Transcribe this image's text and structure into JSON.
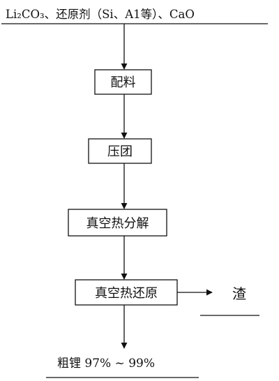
{
  "diagram": {
    "input_text": "Li₂CO₃、还原剂（Si、A1等）、CaO",
    "steps": [
      {
        "label": "配料"
      },
      {
        "label": "压团"
      },
      {
        "label": "真空热分解"
      },
      {
        "label": "真空热还原"
      }
    ],
    "side_output": "渣",
    "product": "粗锂 97% ~ 99%"
  },
  "colors": {
    "ink": "#111111",
    "background": "#ffffff"
  }
}
